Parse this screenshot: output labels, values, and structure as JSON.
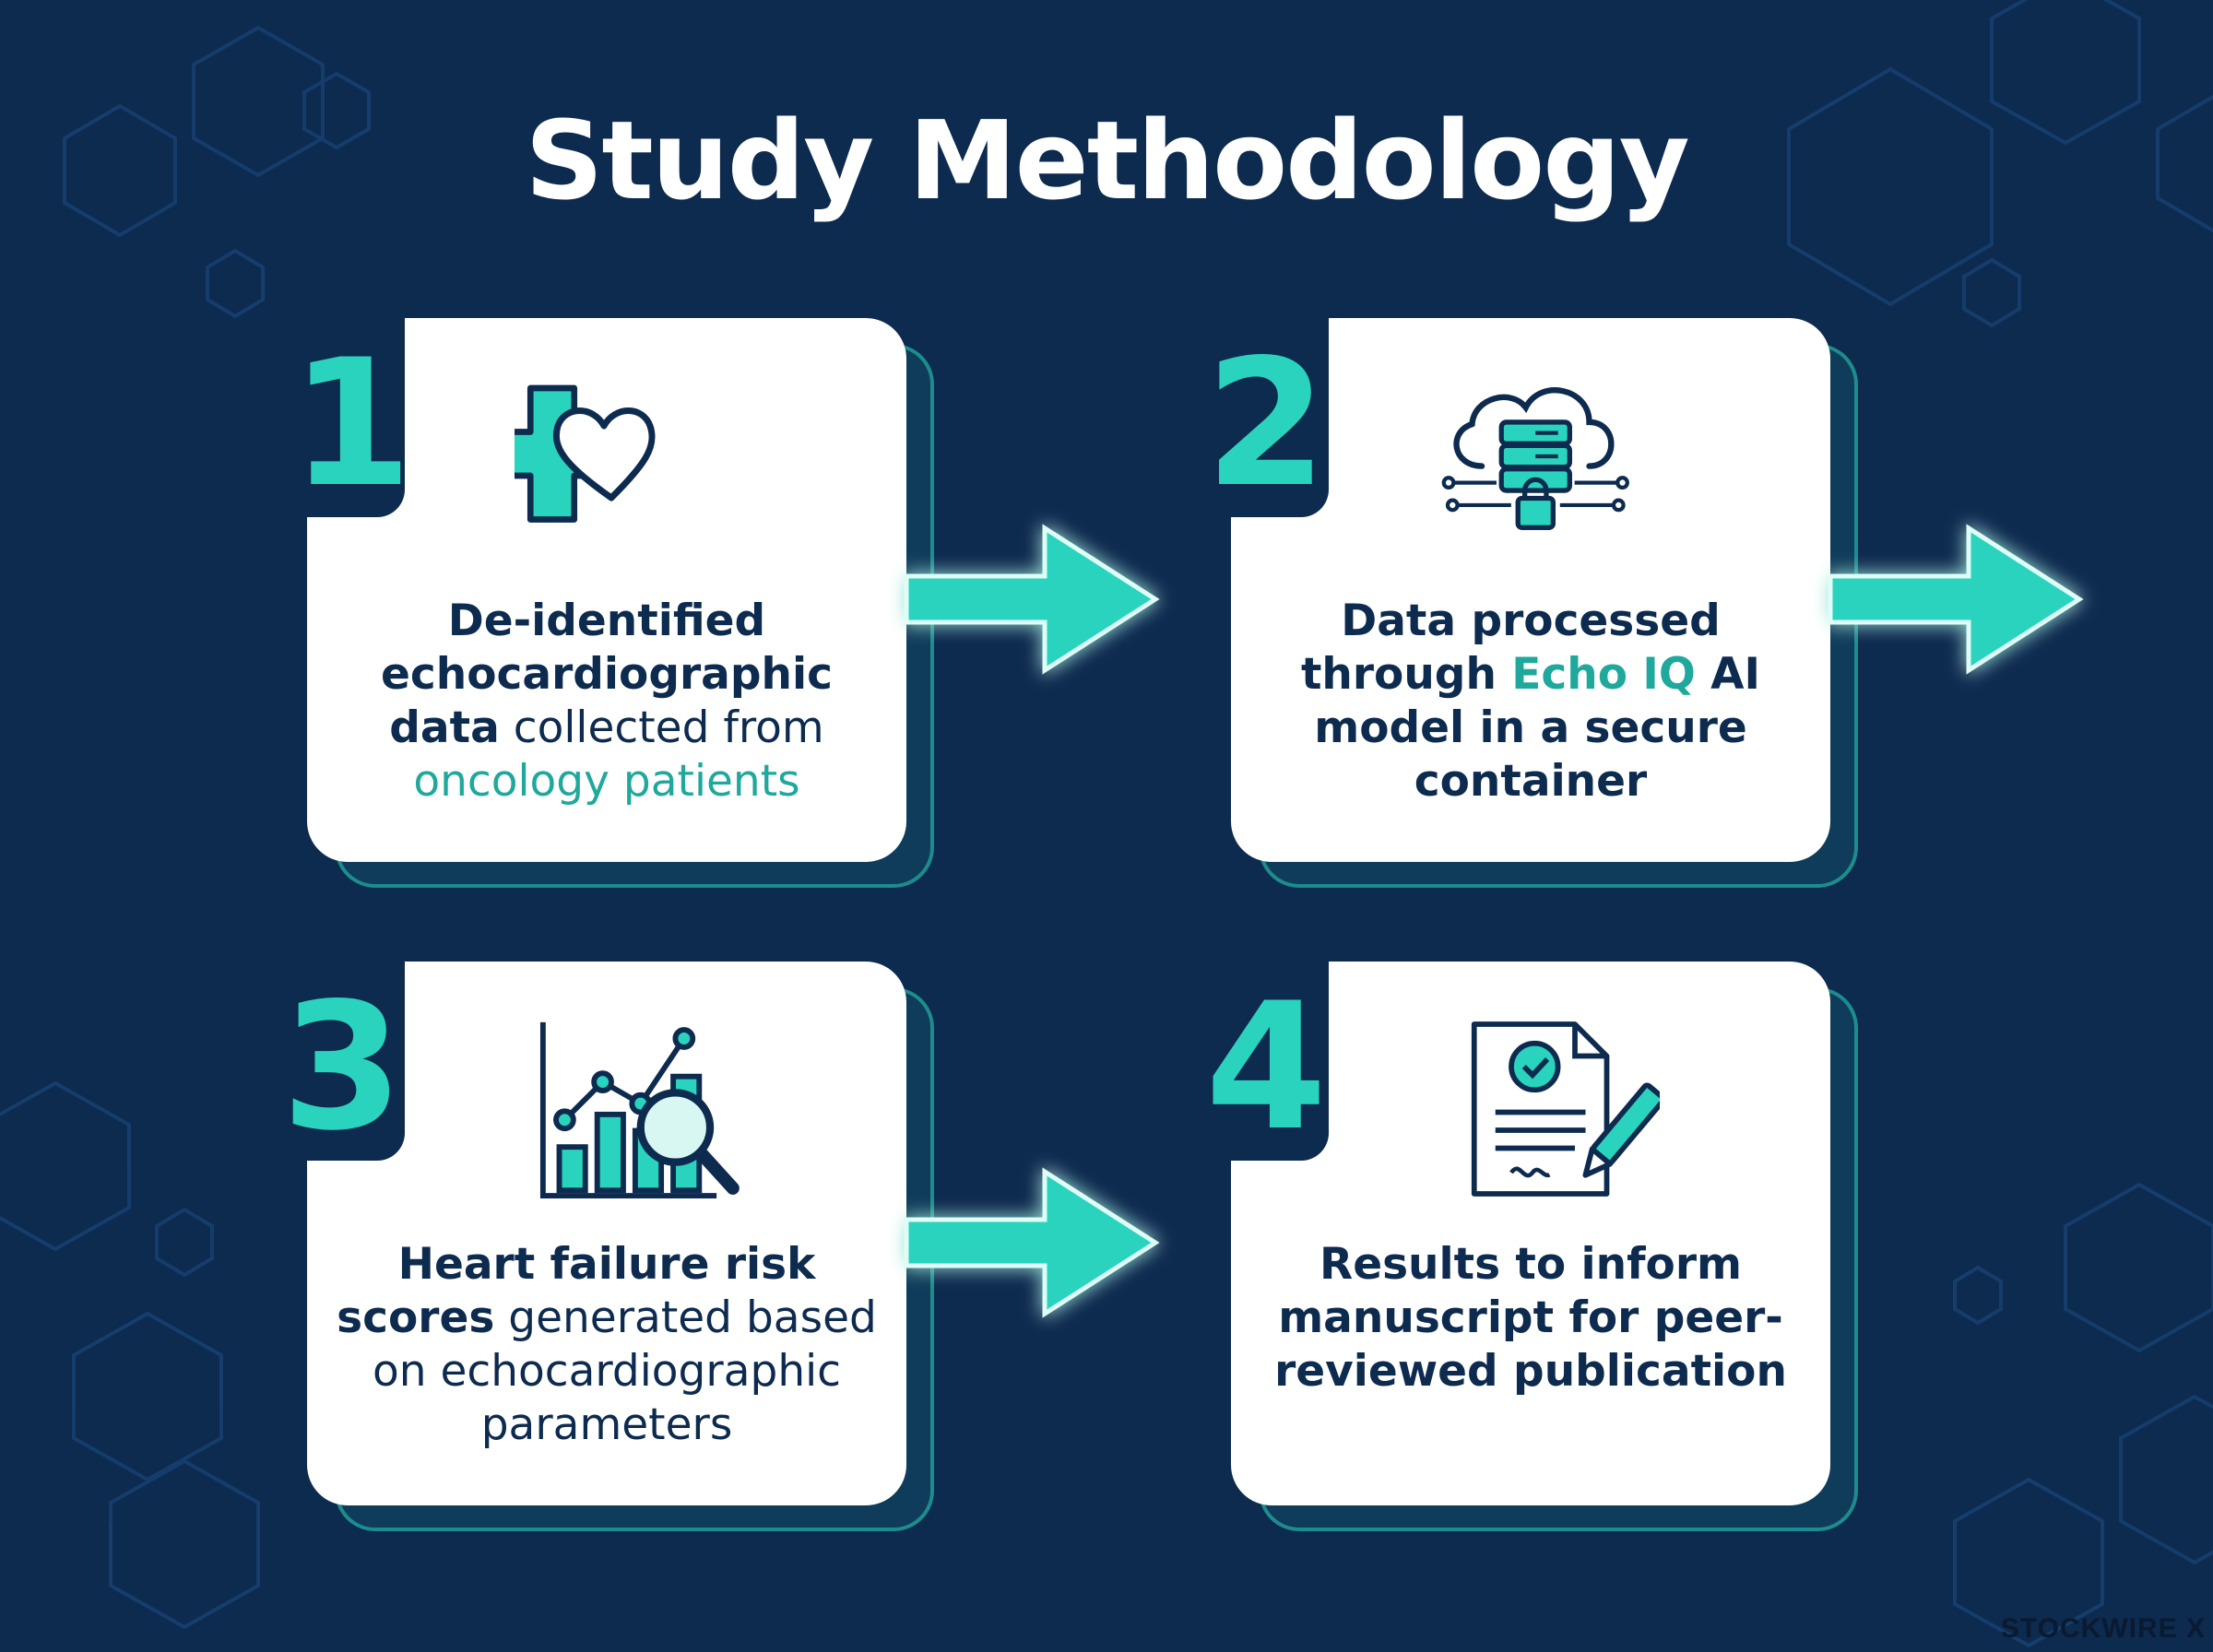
{
  "title": "Study Methodology",
  "colors": {
    "background": "#0d2a4f",
    "accent": "#2ad3bd",
    "accent_text": "#1fa89c",
    "card": "#ffffff",
    "text": "#0d2a4f"
  },
  "steps": [
    {
      "number": "1",
      "icon": "medical-cross-heart-icon",
      "text_parts": [
        "De-identified echocardiographic data",
        " collected from ",
        "oncology patients"
      ]
    },
    {
      "number": "2",
      "icon": "cloud-server-lock-icon",
      "text_parts": [
        "Data processed through ",
        "Echo IQ",
        " AI model in a secure container"
      ]
    },
    {
      "number": "3",
      "icon": "chart-magnifier-icon",
      "text_parts": [
        "Heart failure risk scores",
        " generated based on echocardiographic parameters"
      ]
    },
    {
      "number": "4",
      "icon": "signed-document-icon",
      "text_parts": [
        "Results to inform manuscript for peer-reviewed publication"
      ]
    }
  ],
  "watermark": "STOCKWIRE X"
}
